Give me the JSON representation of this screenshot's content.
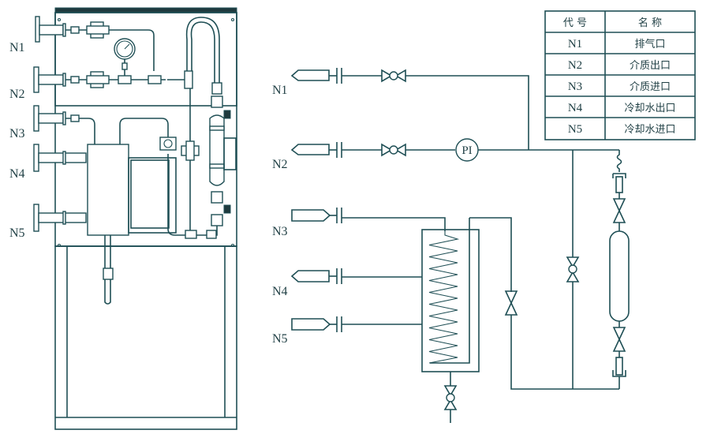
{
  "diagram": {
    "type": "process-flow-diagram",
    "left_view": {
      "description": "equipment front view (sampling cooler skid)",
      "nozzle_labels": [
        "N1",
        "N2",
        "N3",
        "N4",
        "N5"
      ]
    },
    "right_view": {
      "description": "P&ID schematic",
      "nozzle_labels": [
        "N1",
        "N2",
        "N3",
        "N4",
        "N5"
      ],
      "instrument_label": "PI"
    },
    "legend_table": {
      "headers": [
        "代 号",
        "名 称"
      ],
      "rows": [
        {
          "code": "N1",
          "name": "排气口"
        },
        {
          "code": "N2",
          "name": "介质出口"
        },
        {
          "code": "N3",
          "name": "介质进口"
        },
        {
          "code": "N4",
          "name": "冷却水出口"
        },
        {
          "code": "N5",
          "name": "冷却水进口"
        }
      ]
    },
    "colors": {
      "line": "#1f4f55",
      "background": "#ffffff"
    }
  }
}
